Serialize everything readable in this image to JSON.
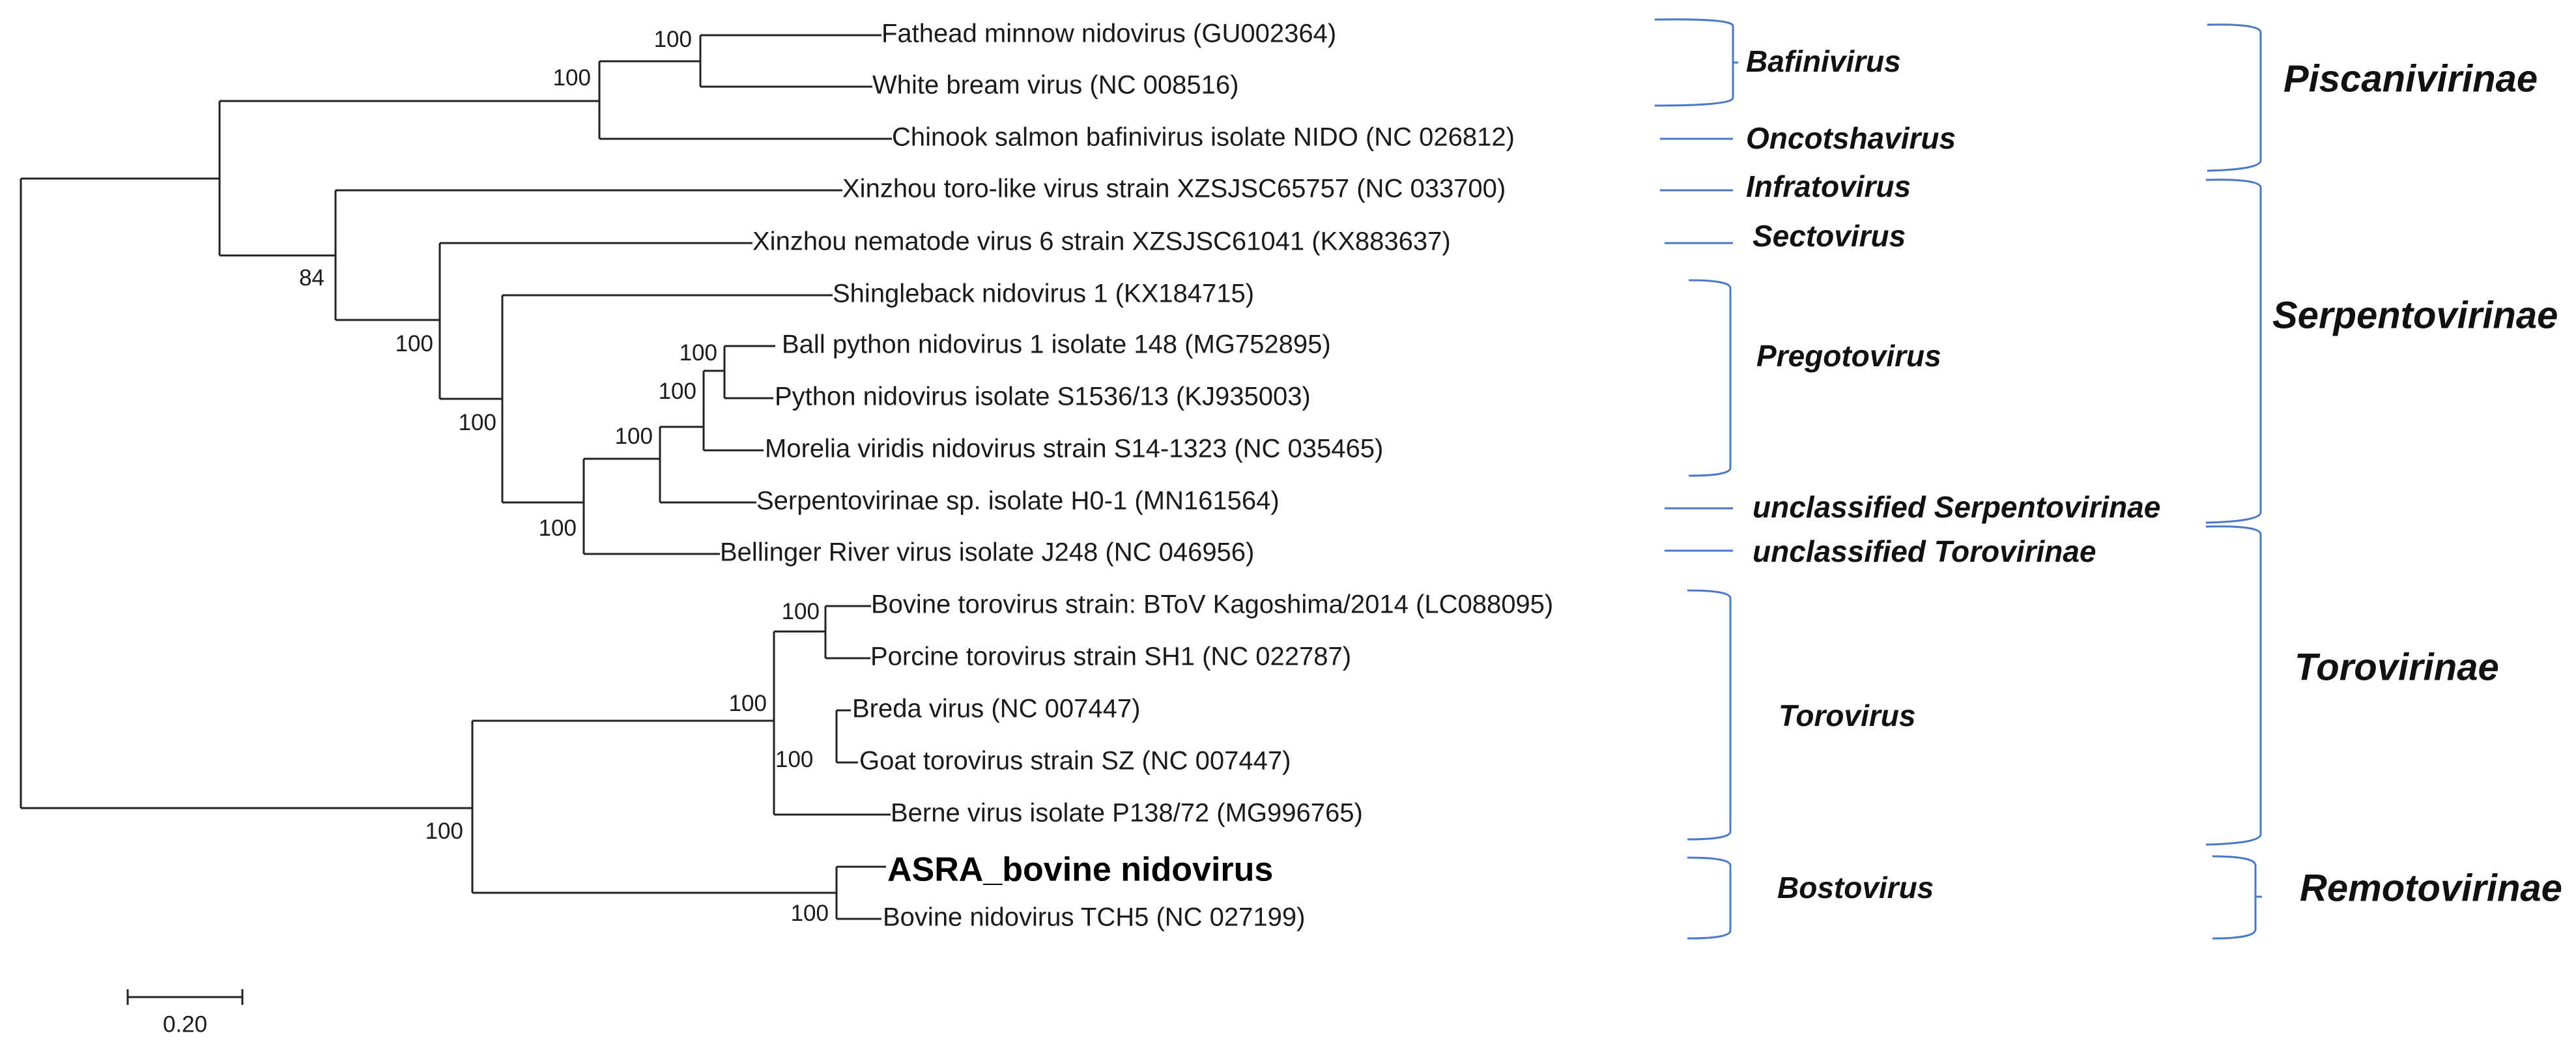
{
  "taxa": [
    "Fathead minnow nidovirus (GU002364)",
    "White bream virus (NC 008516)",
    "Chinook salmon bafinivirus isolate NIDO (NC 026812)",
    "Xinzhou toro-like virus strain XZSJSC65757 (NC 033700)",
    "Xinzhou nematode virus 6 strain XZSJSC61041 (KX883637)",
    "Shingleback nidovirus 1 (KX184715)",
    "Ball python nidovirus 1 isolate 148 (MG752895)",
    "Python nidovirus isolate S1536/13 (KJ935003)",
    "Morelia viridis nidovirus strain S14-1323 (NC 035465)",
    "Serpentovirinae sp. isolate H0-1  (MN161564)",
    "Bellinger River virus isolate J248 (NC 046956)",
    "Bovine torovirus strain: BToV Kagoshima/2014 (LC088095)",
    "Porcine torovirus strain SH1 (NC 022787)",
    "Breda virus (NC 007447)",
    "Goat torovirus strain SZ (NC 007447)",
    "Berne virus isolate P138/72 (MG996765)",
    "ASRA_bovine nidovirus",
    "Bovine nidovirus TCH5 (NC 027199)"
  ],
  "bootstrap": {
    "fathead_white": "100",
    "bafini_clade": "100",
    "infrato_clade": "84",
    "sectovirus_clade": "100",
    "serpento_core": "100",
    "ball_python": "100",
    "pregoto_clade": "100",
    "pregoto_serp": "100",
    "bellinger": "100",
    "bovine_porcine": "100",
    "torovirus_clade": "100",
    "breda_goat": "100",
    "toro_remoto": "100",
    "bostovirus": "100"
  },
  "genera": {
    "bafinivirus": "Bafinivirus",
    "oncotshavirus": "Oncotshavirus",
    "infratovirus": "Infratovirus",
    "sectovirus": "Sectovirus",
    "pregotovirus": "Pregotovirus",
    "unclassified_serpento": "unclassified Serpentovirinae",
    "unclassified_toro": "unclassified Torovirinae",
    "torovirus": "Torovirus",
    "bostovirus": "Bostovirus"
  },
  "subfamilies": {
    "piscanivirinae": "Piscanivirinae",
    "serpentovirinae": "Serpentovirinae",
    "torovirinae": "Torovirinae",
    "remotovirinae": "Remotovirinae"
  },
  "scale_bar": {
    "label": "0.20"
  },
  "colors": {
    "branch": "#222222",
    "bracket": "#4a78c8"
  }
}
